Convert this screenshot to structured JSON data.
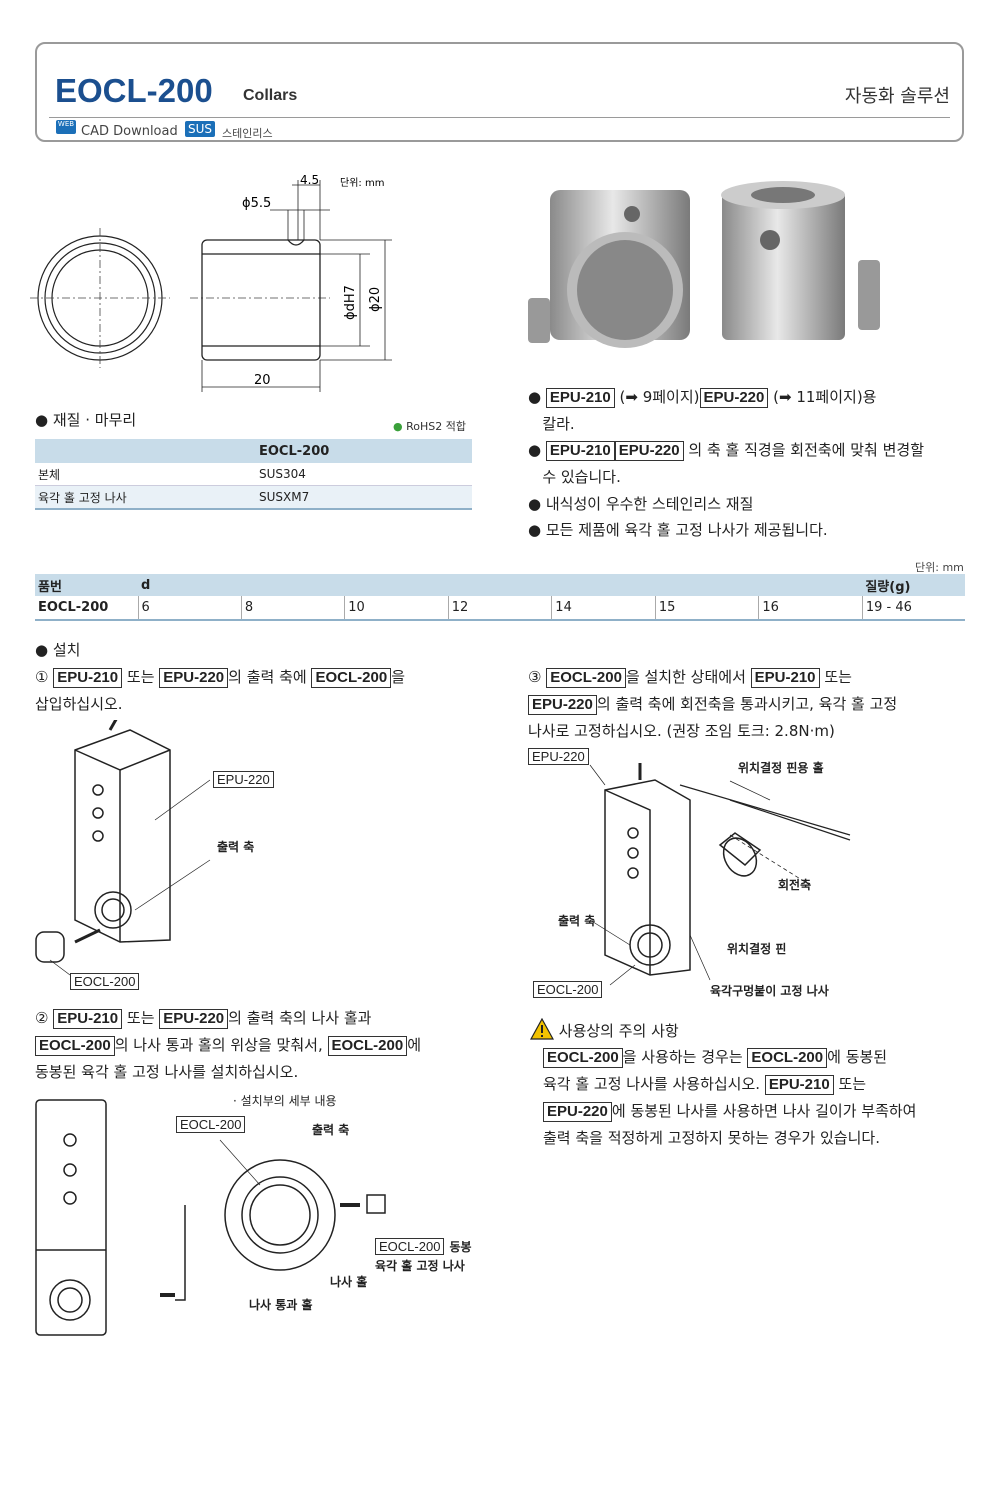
{
  "header": {
    "model": "EOCL-200",
    "name": "Collars",
    "category": "자동화 솔루션",
    "web_badge": "WEB",
    "cad_label": "CAD Download",
    "sus_badge": "SUS",
    "sus_label": "스테인리스"
  },
  "drawing": {
    "unit": "단위: mm",
    "dim_45": "4.5",
    "dim_55": "ϕ5.5",
    "dim_d": "ϕdH7",
    "dim_20v": "ϕ20",
    "dim_20h": "20"
  },
  "material": {
    "title": "재질 · 마무리",
    "rohs": "RoHS2 적합",
    "col_model": "EOCL-200",
    "rows": [
      {
        "part": "본체",
        "mat": "SUS304"
      },
      {
        "part": "육각 홀 고정 나사",
        "mat": "SUSXM7"
      }
    ]
  },
  "features": {
    "f1": {
      "a": "EPU-210",
      "mid1": "(➡ 9페이지)",
      "b": "EPU-220",
      "mid2": "(➡ 11페이지)용",
      "tail": "칼라."
    },
    "f2": {
      "a": "EPU-210",
      "b": "EPU-220",
      "tail": "의 축 홀 직경을 회전축에 맞춰 변경할",
      "tail2": "수 있습니다."
    },
    "f3": "내식성이 우수한 스테인리스 재질",
    "f4": "모든 제품에 육각 홀 고정 나사가 제공됩니다."
  },
  "spec": {
    "unit": "단위: mm",
    "h_part": "품번",
    "h_d": "d",
    "h_w": "질량(g)",
    "part": "EOCL-200",
    "d": [
      "6",
      "8",
      "10",
      "12",
      "14",
      "15",
      "16"
    ],
    "weight": "19 - 46"
  },
  "install": {
    "title": "설치",
    "s1": {
      "num": "①",
      "a": "EPU-210",
      "or": "또는",
      "b": "EPU-220",
      "mid": "의 출력 축에",
      "c": "EOCL-200",
      "end": "을",
      "line2": "삽입하십시오.",
      "lbl_epu": "EPU-220",
      "lbl_shaft": "출력 축",
      "lbl_col": "EOCL-200"
    },
    "s2": {
      "num": "②",
      "a": "EPU-210",
      "or": "또는",
      "b": "EPU-220",
      "mid": "의 출력 축의 나사 홀과",
      "c": "EOCL-200",
      "mid2": "의 나사 통과 홀의 위상을 맞춰서,",
      "d": "EOCL-200",
      "end": "에",
      "line3": "동봉된 육각 홀 고정 나사를 설치하십시오.",
      "detail": "· 설치부의 세부 내용",
      "lbl_col": "EOCL-200",
      "lbl_shaft": "출력 축",
      "lbl_screw_a": "EOCL-200",
      "lbl_screw_b": "동봉",
      "lbl_screw_c": "육각 홀 고정 나사",
      "lbl_hole": "나사 홀",
      "lbl_pass": "나사 통과 홀"
    },
    "s3": {
      "num": "③",
      "a": "EOCL-200",
      "mid": "을 설치한 상태에서",
      "b": "EPU-210",
      "or": "또는",
      "c": "EPU-220",
      "mid2": "의 출력 축에 회전축을 통과시키고, 육각 홀 고정",
      "line3": "나사로 고정하십시오. (권장 조임 토크: 2.8N·m)",
      "lbl_epu": "EPU-220",
      "lbl_pinhole": "위치결정 핀용 홀",
      "lbl_rot": "회전축",
      "lbl_shaft": "출력 축",
      "lbl_pin": "위치결정 핀",
      "lbl_col": "EOCL-200",
      "lbl_screw": "육각구멍붙이 고정 나사"
    }
  },
  "caution": {
    "title": "사용상의 주의 사항",
    "a": "EOCL-200",
    "t1": "을 사용하는 경우는",
    "b": "EOCL-200",
    "t2": "에 동봉된",
    "line2": "육각 홀 고정 나사를 사용하십시오.",
    "c": "EPU-210",
    "t3": "또는",
    "d": "EPU-220",
    "t4": "에 동봉된 나사를 사용하면 나사 길이가 부족하여",
    "line4": "출력 축을 적정하게 고정하지 못하는 경우가 있습니다."
  }
}
